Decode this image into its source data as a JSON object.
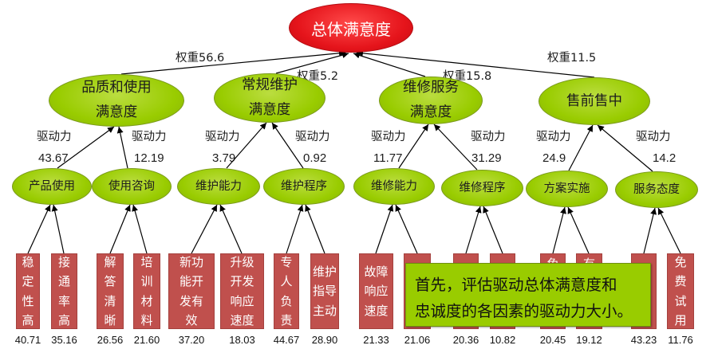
{
  "root": {
    "label": "总体满意度"
  },
  "groups": [
    {
      "label": [
        "品质和使用",
        "满意度"
      ],
      "weight": "权重56.6",
      "drivers": [
        {
          "label": "产品使用",
          "caption": "驱动力",
          "value": "43.67",
          "factors": [
            {
              "text": "稳定性高",
              "value": "40.71"
            },
            {
              "text": "接通率高",
              "value": "35.16"
            }
          ]
        },
        {
          "label": "使用咨询",
          "caption": "驱动力",
          "value": "12.19",
          "factors": [
            {
              "text": "解答清晰",
              "value": "26.56"
            },
            {
              "text": "培训材料",
              "value": "21.60"
            }
          ]
        }
      ]
    },
    {
      "label": [
        "常规维护",
        "满意度"
      ],
      "weight": "权重5.2",
      "drivers": [
        {
          "label": "维护能力",
          "caption": "驱动力",
          "value": "3.79",
          "factors": [
            {
              "text": "新功能开发有效",
              "value": "37.20"
            },
            {
              "text": "升级开发响应速度",
              "value": "18.03"
            }
          ]
        },
        {
          "label": "维护程序",
          "caption": "驱动力",
          "value": "0.92",
          "factors": [
            {
              "text": "专人负责",
              "value": "44.67"
            },
            {
              "text": "维护指导主动",
              "value": "28.90"
            }
          ]
        }
      ]
    },
    {
      "label": [
        "维修服务",
        "满意度"
      ],
      "weight": "权重15.8",
      "drivers": [
        {
          "label": "维修能力",
          "caption": "驱动力",
          "value": "11.77",
          "factors": [
            {
              "text": "故障响应速度",
              "value": "21.33"
            },
            {
              "text": "",
              "value": "21.06"
            }
          ]
        },
        {
          "label": "维修程序",
          "caption": "驱动力",
          "value": "31.29",
          "factors": [
            {
              "text": "",
              "value": "20.36"
            },
            {
              "text": "",
              "value": "10.82"
            }
          ]
        }
      ]
    },
    {
      "label": [
        "售前售中"
      ],
      "weight": "权重11.5",
      "drivers": [
        {
          "label": "方案实施",
          "caption": "驱动力",
          "value": "24.9",
          "factors": [
            {
              "text": "免",
              "value": "20.45"
            },
            {
              "text": "有",
              "value": "19.12"
            }
          ]
        },
        {
          "label": "服务态度",
          "caption": "驱动力",
          "value": "14.2",
          "factors": [
            {
              "text": "",
              "value": "43.23"
            },
            {
              "text": "免费试用",
              "value": "11.76"
            }
          ]
        }
      ]
    }
  ],
  "callout": {
    "line1": "首先，评估驱动总体满意度和",
    "line2": "忠诚度的各因素的驱动力大小。"
  },
  "colors": {
    "root_fill": "#e5141b",
    "node_fill": "#99cc00",
    "factor_fill": "#c0504d",
    "line": "#000000"
  }
}
